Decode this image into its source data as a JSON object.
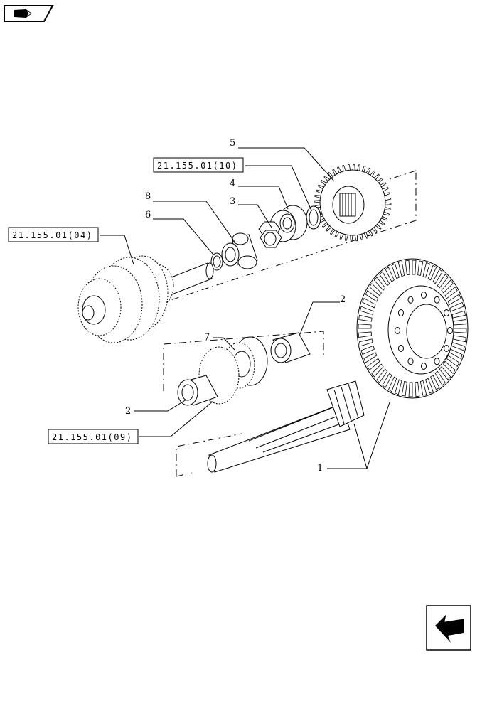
{
  "callouts": {
    "c1": "1",
    "c2a": "2",
    "c2b": "2",
    "c3": "3",
    "c4": "4",
    "c5": "5",
    "c6": "6",
    "c7": "7",
    "c8": "8"
  },
  "references": {
    "ref_10": "21.155.01(10)",
    "ref_04": "21.155.01(04)",
    "ref_09": "21.155.01(09)"
  },
  "icons": {
    "top_left": "book-icon",
    "bottom_right": "next-page-arrow-icon"
  }
}
